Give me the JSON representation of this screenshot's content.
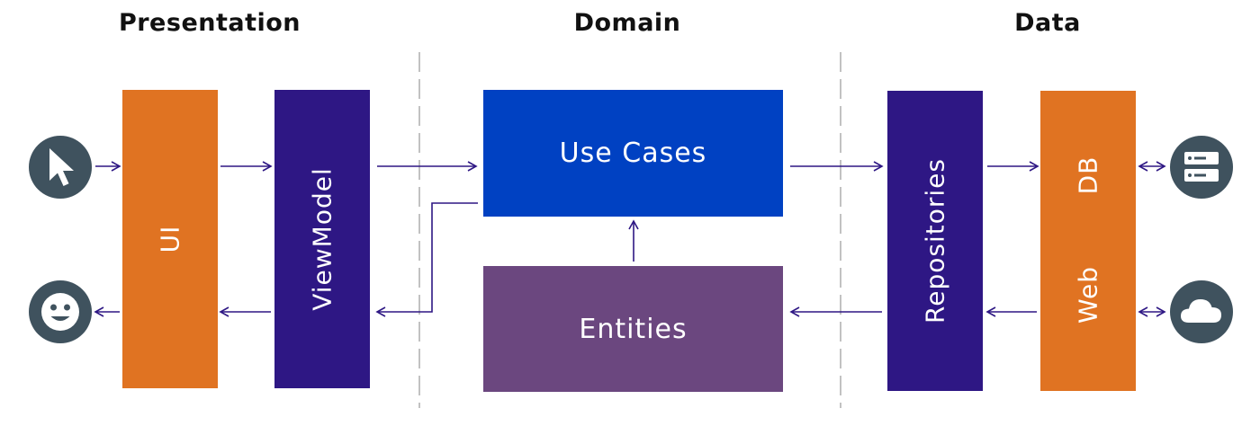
{
  "headings": {
    "presentation": "Presentation",
    "domain": "Domain",
    "data": "Data"
  },
  "boxes": {
    "ui": "UI",
    "viewmodel": "ViewModel",
    "use_cases": "Use Cases",
    "entities": "Entities",
    "repositories": "Repositories",
    "db": "DB",
    "web": "Web"
  },
  "colors": {
    "orange": "#e07322",
    "indigo": "#2e1784",
    "blue": "#0041c2",
    "purple": "#6b477f",
    "icon_bg": "#3f525e",
    "arrow": "#2e1784",
    "divider": "#999999"
  },
  "icons": {
    "user_input": "cursor-icon",
    "user_output": "smiley-icon",
    "database": "server-icon",
    "network": "cloud-icon"
  }
}
